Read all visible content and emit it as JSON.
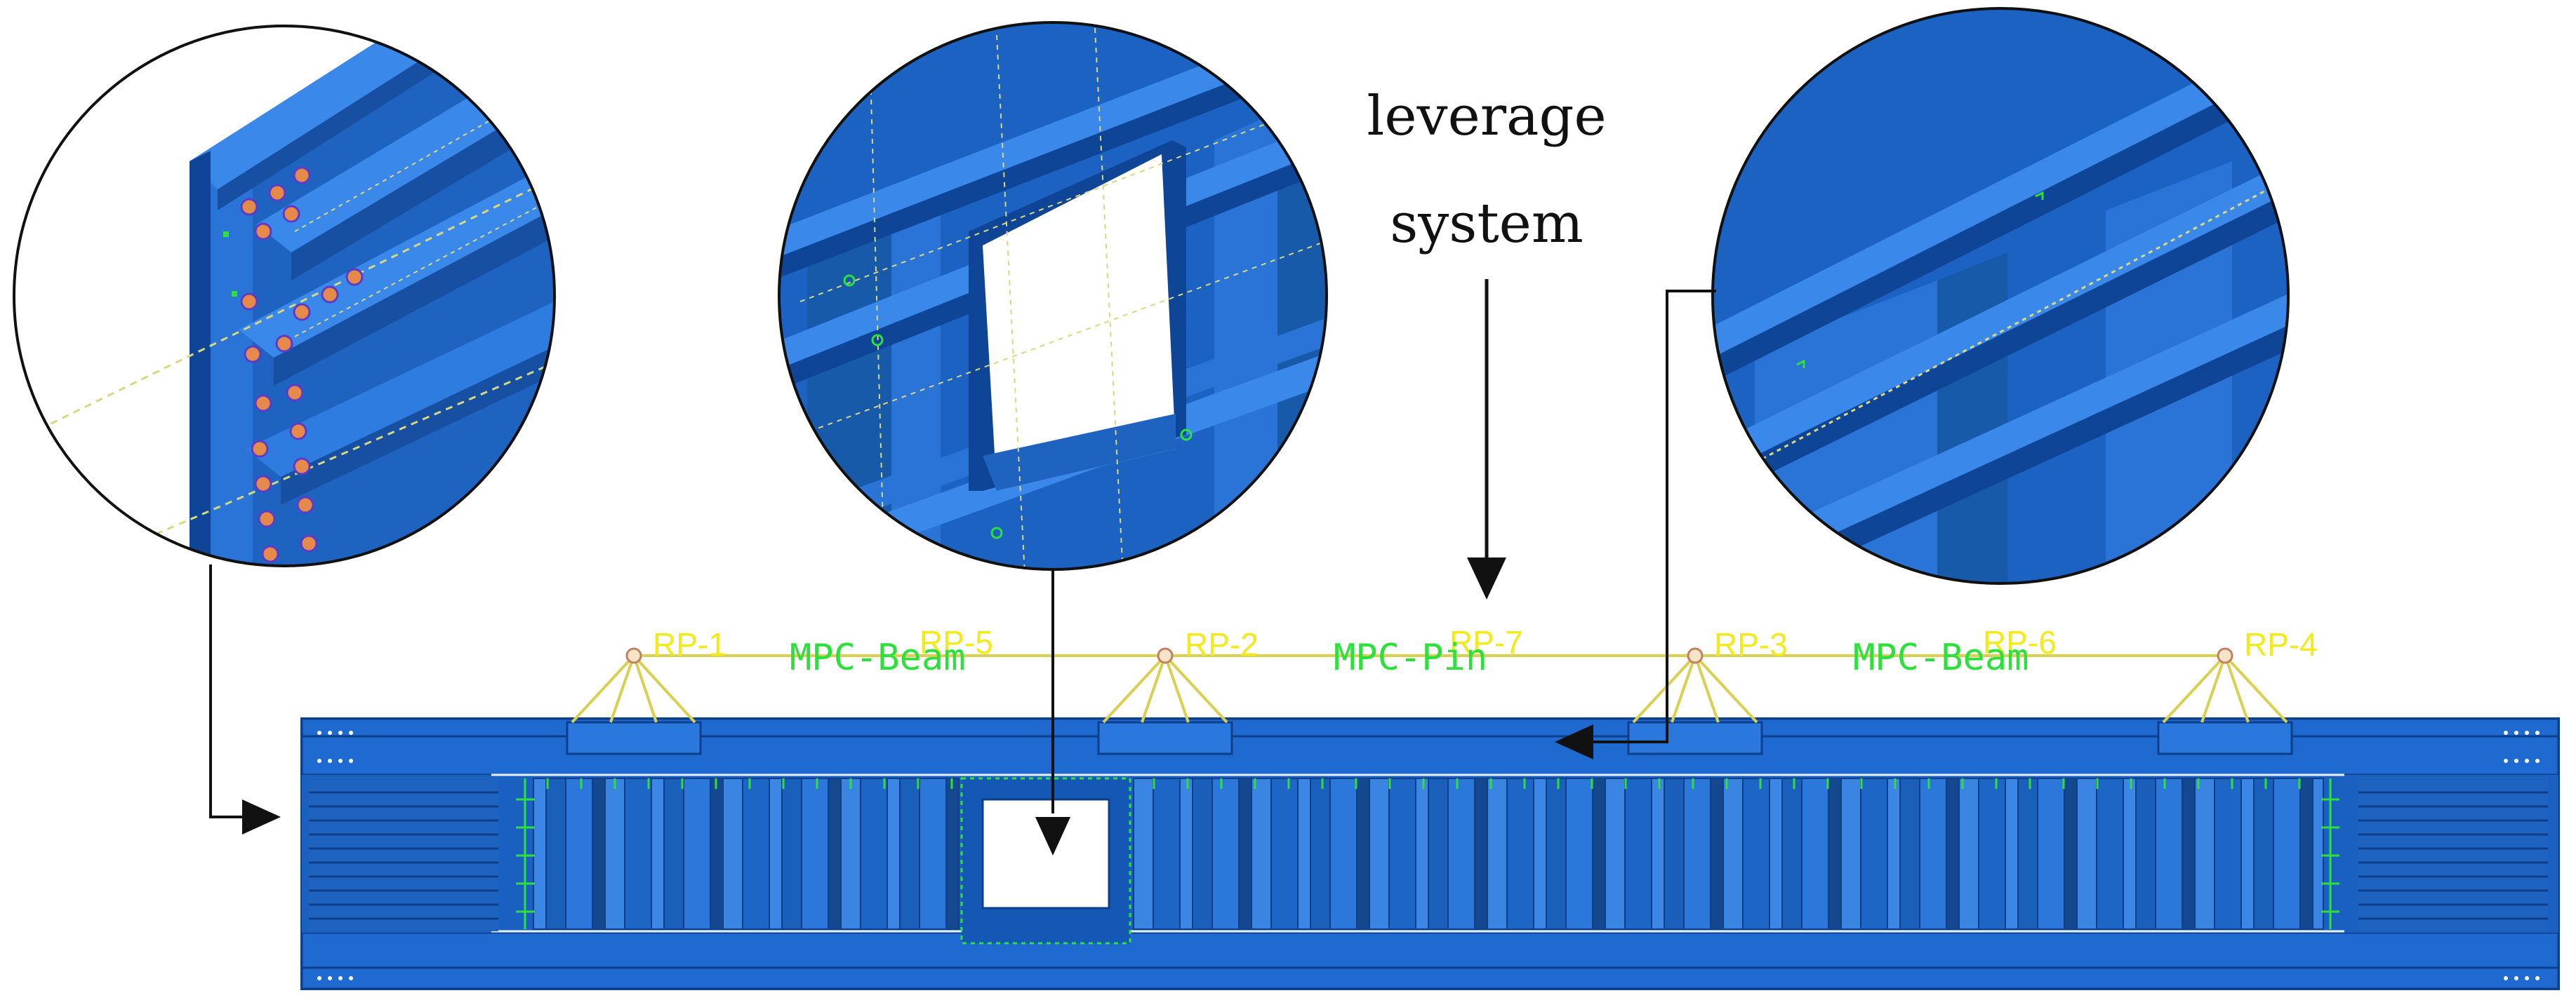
{
  "annotations": {
    "system_line1": "leverage",
    "system_line2": "system"
  },
  "reference_points": [
    "RP-1",
    "RP-2",
    "RP-3",
    "RP-4"
  ],
  "overlap_labels": [
    "RP-5",
    "RP-7",
    "RP-6"
  ],
  "mpc_labels": [
    "MPC-Beam",
    "MPC-Pin",
    "MPC-Beam"
  ],
  "colors": {
    "steel_blue": "#1a65c6",
    "steel_dark": "#0d3f8a",
    "steel_light": "#3c86e6",
    "rp_yellow": "#f2ea1a",
    "mpc_green": "#2ee03c",
    "arrow_black": "#111111"
  }
}
